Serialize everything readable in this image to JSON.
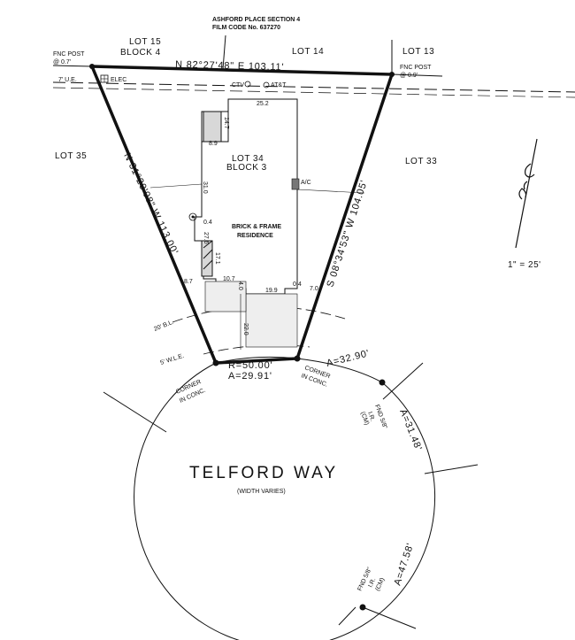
{
  "header": {
    "subdivision": "ASHFORD PLACE SECTION 4",
    "film_code": "FILM CODE No. 637270"
  },
  "lots": {
    "lot15": "LOT 15",
    "block4": "BLOCK 4",
    "lot14": "LOT 14",
    "lot13": "LOT 13",
    "lot35": "LOT 35",
    "lot33": "LOT 33",
    "lot34": "LOT 34",
    "block3": "BLOCK 3"
  },
  "bearings": {
    "north": "N 82°27'48\" E  103.11'",
    "west": "N 31°20'08\" W  113.00'",
    "east": "S 08°34'53\" W  104.05'"
  },
  "posts": {
    "left_title": "FNC POST",
    "left_value": "@ 0.7'",
    "right_title": "FNC POST",
    "right_value": "@ 0.9'"
  },
  "easements": {
    "ue": "7' U.E.",
    "elec": "ELEC",
    "ctv": "CTV",
    "att": "AT&T",
    "bl": "20' B.L.",
    "wle": "5' W.L.E."
  },
  "residence": {
    "line1": "BRICK & FRAME",
    "line2": "RESIDENCE",
    "ac": "A/C",
    "dims": [
      "25.2",
      "14.7",
      "8.9",
      "31.0",
      "0.4",
      "27.6",
      "17.1",
      "8.7",
      "10.7",
      "19.9",
      "0.4",
      "7.0",
      "22.0",
      "4.0"
    ]
  },
  "curve": {
    "radius": "R=50.00'",
    "arc_front": "A=29.91'",
    "arc_right": "A=32.90'",
    "arc_a3": "A=31.48'",
    "arc_a4": "A=47.58'",
    "corner_left_1": "CORNER",
    "corner_left_2": "IN CONC.",
    "corner_right_1": "CORNER",
    "corner_right_2": "IN CONC.",
    "fnd_1a": "FND 5/8\"",
    "fnd_1b": "I.R.",
    "fnd_1c": "(CM)",
    "fnd_2a": "FND 5/8\"",
    "fnd_2b": "I.R.",
    "fnd_2c": "(CM)"
  },
  "street": {
    "name": "TELFORD WAY",
    "note": "(WIDTH VARIES)"
  },
  "scale": "1\" = 25'"
}
